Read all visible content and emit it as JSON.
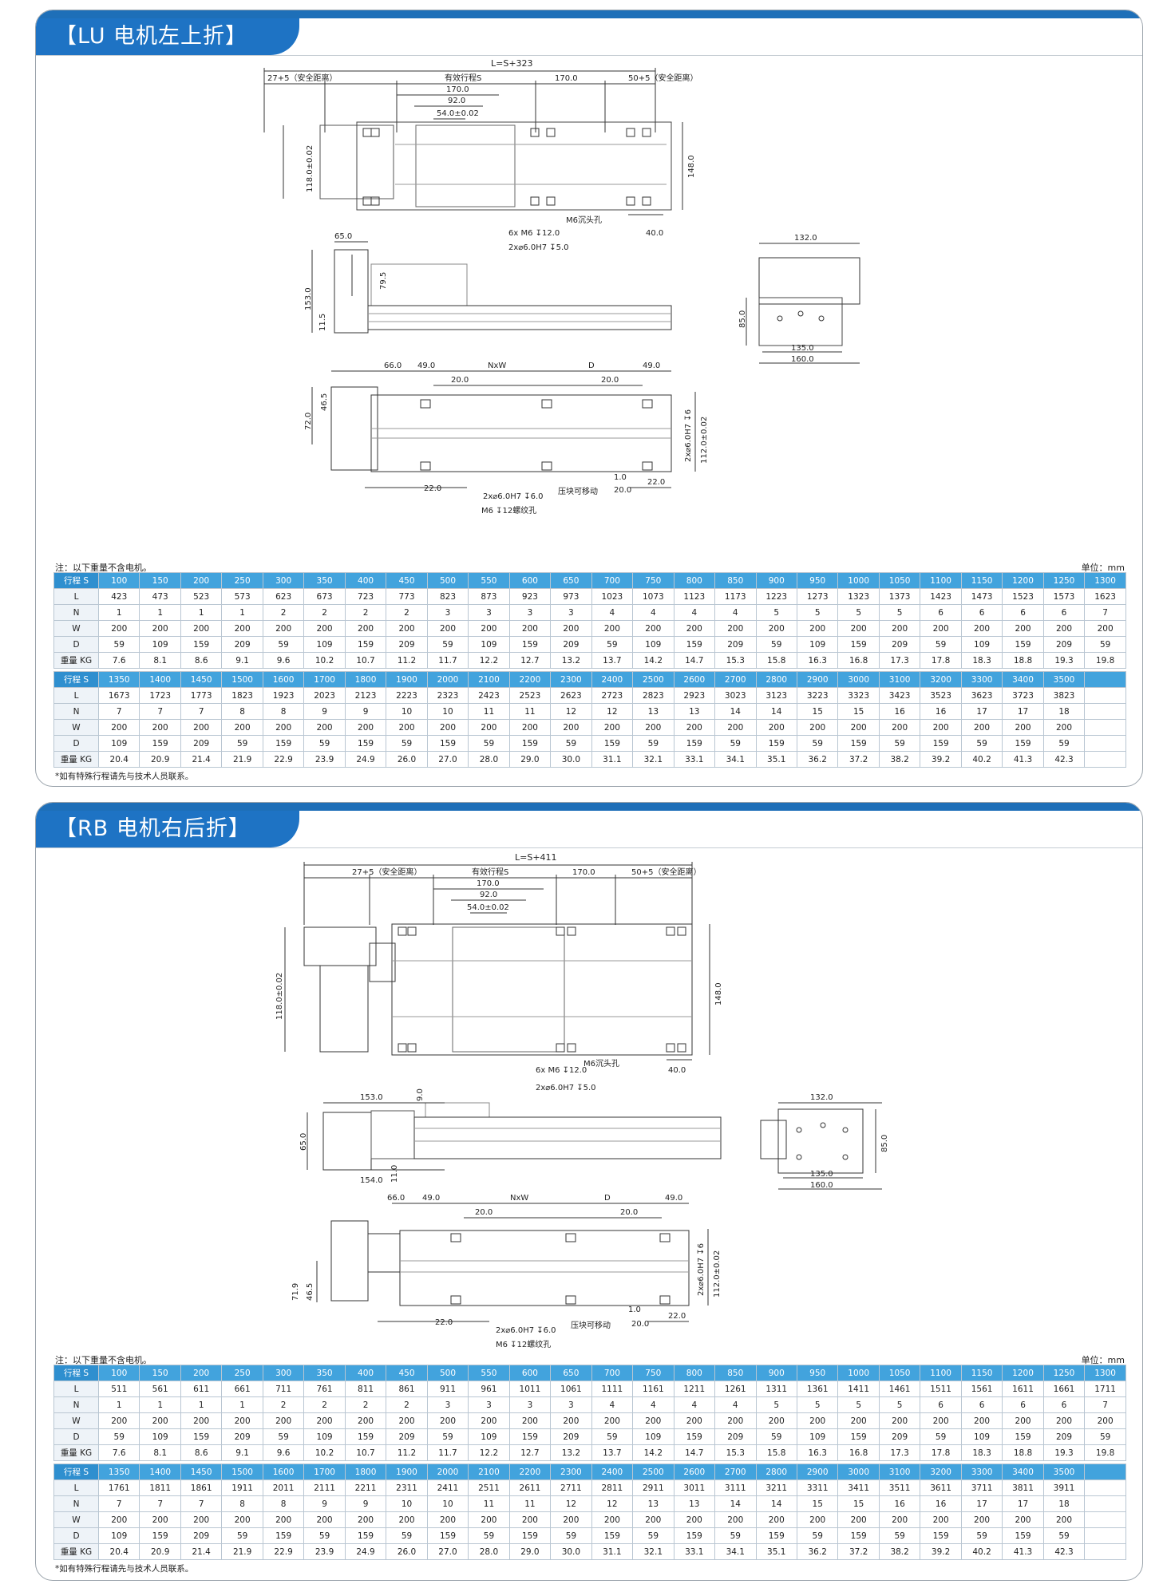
{
  "sections": [
    {
      "title": "【LU 电机左上折】",
      "note": "注：以下重量不含电机。",
      "unit": "单位：mm",
      "footnote": "*如有特殊行程请先与技术人员联系。",
      "labels": {
        "L_total": "L=S+323",
        "safety_left": "27+5（安全距离）",
        "stroke": "有效行程S",
        "d170a": "170.0",
        "safety_right": "50+5（安全距离）",
        "d170b": "170.0",
        "d92": "92.0",
        "d54": "54.0±0.02",
        "d118": "118.0±0.02",
        "d148": "148.0",
        "m6_cb": "M6沉头孔",
        "d40": "40.0",
        "screw6": "6x M6 ↧12.0",
        "pin2": "2x⌀6.0H7 ↧5.0",
        "d65": "65.0",
        "d79": "79.5",
        "d153": "153.0",
        "d11": "11.5",
        "d132": "132.0",
        "d85": "85.0",
        "d135": "135.0",
        "d160": "160.0",
        "d66": "66.0",
        "d49a": "49.0",
        "nxw": "NxW",
        "dd": "D",
        "d49b": "49.0",
        "d20a": "20.0",
        "d20b": "20.0",
        "d46": "46.5",
        "d72": "72.0",
        "pinv": "2x⌀6.0H7 ↧6",
        "d112": "112.0±0.02",
        "d10": "1.0",
        "d20c": "20.0",
        "d22a": "22.0",
        "d22b": "22.0",
        "pinb": "2x⌀6.0H7 ↧6.0",
        "clamp": "压块可移动",
        "m6b": "M6 ↧12螺纹孔"
      },
      "tables": [
        {
          "rows": [
            {
              "label": "行程 S",
              "values": [
                "100",
                "150",
                "200",
                "250",
                "300",
                "350",
                "400",
                "450",
                "500",
                "550",
                "600",
                "650",
                "700",
                "750",
                "800",
                "850",
                "900",
                "950",
                "1000",
                "1050",
                "1100",
                "1150",
                "1200",
                "1250",
                "1300"
              ]
            },
            {
              "label": "L",
              "values": [
                "423",
                "473",
                "523",
                "573",
                "623",
                "673",
                "723",
                "773",
                "823",
                "873",
                "923",
                "973",
                "1023",
                "1073",
                "1123",
                "1173",
                "1223",
                "1273",
                "1323",
                "1373",
                "1423",
                "1473",
                "1523",
                "1573",
                "1623"
              ]
            },
            {
              "label": "N",
              "values": [
                "1",
                "1",
                "1",
                "1",
                "2",
                "2",
                "2",
                "2",
                "3",
                "3",
                "3",
                "3",
                "4",
                "4",
                "4",
                "4",
                "5",
                "5",
                "5",
                "5",
                "6",
                "6",
                "6",
                "6",
                "7"
              ]
            },
            {
              "label": "W",
              "values": [
                "200",
                "200",
                "200",
                "200",
                "200",
                "200",
                "200",
                "200",
                "200",
                "200",
                "200",
                "200",
                "200",
                "200",
                "200",
                "200",
                "200",
                "200",
                "200",
                "200",
                "200",
                "200",
                "200",
                "200",
                "200"
              ]
            },
            {
              "label": "D",
              "values": [
                "59",
                "109",
                "159",
                "209",
                "59",
                "109",
                "159",
                "209",
                "59",
                "109",
                "159",
                "209",
                "59",
                "109",
                "159",
                "209",
                "59",
                "109",
                "159",
                "209",
                "59",
                "109",
                "159",
                "209",
                "59"
              ]
            },
            {
              "label": "重量 KG",
              "values": [
                "7.6",
                "8.1",
                "8.6",
                "9.1",
                "9.6",
                "10.2",
                "10.7",
                "11.2",
                "11.7",
                "12.2",
                "12.7",
                "13.2",
                "13.7",
                "14.2",
                "14.7",
                "15.3",
                "15.8",
                "16.3",
                "16.8",
                "17.3",
                "17.8",
                "18.3",
                "18.8",
                "19.3",
                "19.8"
              ]
            }
          ]
        },
        {
          "rows": [
            {
              "label": "行程 S",
              "values": [
                "1350",
                "1400",
                "1450",
                "1500",
                "1600",
                "1700",
                "1800",
                "1900",
                "2000",
                "2100",
                "2200",
                "2300",
                "2400",
                "2500",
                "2600",
                "2700",
                "2800",
                "2900",
                "3000",
                "3100",
                "3200",
                "3300",
                "3400",
                "3500",
                ""
              ]
            },
            {
              "label": "L",
              "values": [
                "1673",
                "1723",
                "1773",
                "1823",
                "1923",
                "2023",
                "2123",
                "2223",
                "2323",
                "2423",
                "2523",
                "2623",
                "2723",
                "2823",
                "2923",
                "3023",
                "3123",
                "3223",
                "3323",
                "3423",
                "3523",
                "3623",
                "3723",
                "3823",
                ""
              ]
            },
            {
              "label": "N",
              "values": [
                "7",
                "7",
                "7",
                "8",
                "8",
                "9",
                "9",
                "10",
                "10",
                "11",
                "11",
                "12",
                "12",
                "13",
                "13",
                "14",
                "14",
                "15",
                "15",
                "16",
                "16",
                "17",
                "17",
                "18",
                ""
              ]
            },
            {
              "label": "W",
              "values": [
                "200",
                "200",
                "200",
                "200",
                "200",
                "200",
                "200",
                "200",
                "200",
                "200",
                "200",
                "200",
                "200",
                "200",
                "200",
                "200",
                "200",
                "200",
                "200",
                "200",
                "200",
                "200",
                "200",
                "200",
                ""
              ]
            },
            {
              "label": "D",
              "values": [
                "109",
                "159",
                "209",
                "59",
                "159",
                "59",
                "159",
                "59",
                "159",
                "59",
                "159",
                "59",
                "159",
                "59",
                "159",
                "59",
                "159",
                "59",
                "159",
                "59",
                "159",
                "59",
                "159",
                "59",
                ""
              ]
            },
            {
              "label": "重量 KG",
              "values": [
                "20.4",
                "20.9",
                "21.4",
                "21.9",
                "22.9",
                "23.9",
                "24.9",
                "26.0",
                "27.0",
                "28.0",
                "29.0",
                "30.0",
                "31.1",
                "32.1",
                "33.1",
                "34.1",
                "35.1",
                "36.2",
                "37.2",
                "38.2",
                "39.2",
                "40.2",
                "41.3",
                "42.3",
                ""
              ]
            }
          ]
        }
      ]
    },
    {
      "title": "【RB 电机右后折】",
      "note": "注：以下重量不含电机。",
      "unit": "单位：mm",
      "footnote": "*如有特殊行程请先与技术人员联系。",
      "labels": {
        "L_total": "L=S+411",
        "safety_left": "27+5（安全距离）",
        "stroke": "有效行程S",
        "d170a": "170.0",
        "safety_right": "50+5（安全距离）",
        "d170b": "170.0",
        "d92": "92.0",
        "d54": "54.0±0.02",
        "d118": "118.0±0.02",
        "d148": "148.0",
        "m6_cb": "M6沉头孔",
        "d40": "40.0",
        "screw6": "6x M6 ↧12.0",
        "pin2": "2x⌀6.0H7 ↧5.0",
        "d153": "153.0",
        "d9": "9.0",
        "d65": "65.0",
        "d154": "154.0",
        "d11": "11.0",
        "d132": "132.0",
        "d85": "85.0",
        "d135": "135.0",
        "d160": "160.0",
        "d66": "66.0",
        "d49a": "49.0",
        "nxw": "NxW",
        "dd": "D",
        "d49b": "49.0",
        "d20a": "20.0",
        "d20b": "20.0",
        "d71": "71.9",
        "d46": "46.5",
        "pinv": "2x⌀6.0H7 ↧6",
        "d112": "112.0±0.02",
        "d10": "1.0",
        "d20c": "20.0",
        "d22a": "22.0",
        "d22b": "22.0",
        "pinb": "2x⌀6.0H7 ↧6.0",
        "clamp": "压块可移动",
        "m6b": "M6 ↧12螺纹孔"
      },
      "tables": [
        {
          "rows": [
            {
              "label": "行程 S",
              "values": [
                "100",
                "150",
                "200",
                "250",
                "300",
                "350",
                "400",
                "450",
                "500",
                "550",
                "600",
                "650",
                "700",
                "750",
                "800",
                "850",
                "900",
                "950",
                "1000",
                "1050",
                "1100",
                "1150",
                "1200",
                "1250",
                "1300"
              ]
            },
            {
              "label": "L",
              "values": [
                "511",
                "561",
                "611",
                "661",
                "711",
                "761",
                "811",
                "861",
                "911",
                "961",
                "1011",
                "1061",
                "1111",
                "1161",
                "1211",
                "1261",
                "1311",
                "1361",
                "1411",
                "1461",
                "1511",
                "1561",
                "1611",
                "1661",
                "1711"
              ]
            },
            {
              "label": "N",
              "values": [
                "1",
                "1",
                "1",
                "1",
                "2",
                "2",
                "2",
                "2",
                "3",
                "3",
                "3",
                "3",
                "4",
                "4",
                "4",
                "4",
                "5",
                "5",
                "5",
                "5",
                "6",
                "6",
                "6",
                "6",
                "7"
              ]
            },
            {
              "label": "W",
              "values": [
                "200",
                "200",
                "200",
                "200",
                "200",
                "200",
                "200",
                "200",
                "200",
                "200",
                "200",
                "200",
                "200",
                "200",
                "200",
                "200",
                "200",
                "200",
                "200",
                "200",
                "200",
                "200",
                "200",
                "200",
                "200"
              ]
            },
            {
              "label": "D",
              "values": [
                "59",
                "109",
                "159",
                "209",
                "59",
                "109",
                "159",
                "209",
                "59",
                "109",
                "159",
                "209",
                "59",
                "109",
                "159",
                "209",
                "59",
                "109",
                "159",
                "209",
                "59",
                "109",
                "159",
                "209",
                "59"
              ]
            },
            {
              "label": "重量 KG",
              "values": [
                "7.6",
                "8.1",
                "8.6",
                "9.1",
                "9.6",
                "10.2",
                "10.7",
                "11.2",
                "11.7",
                "12.2",
                "12.7",
                "13.2",
                "13.7",
                "14.2",
                "14.7",
                "15.3",
                "15.8",
                "16.3",
                "16.8",
                "17.3",
                "17.8",
                "18.3",
                "18.8",
                "19.3",
                "19.8"
              ]
            }
          ]
        },
        {
          "rows": [
            {
              "label": "行程 S",
              "values": [
                "1350",
                "1400",
                "1450",
                "1500",
                "1600",
                "1700",
                "1800",
                "1900",
                "2000",
                "2100",
                "2200",
                "2300",
                "2400",
                "2500",
                "2600",
                "2700",
                "2800",
                "2900",
                "3000",
                "3100",
                "3200",
                "3300",
                "3400",
                "3500",
                ""
              ]
            },
            {
              "label": "L",
              "values": [
                "1761",
                "1811",
                "1861",
                "1911",
                "2011",
                "2111",
                "2211",
                "2311",
                "2411",
                "2511",
                "2611",
                "2711",
                "2811",
                "2911",
                "3011",
                "3111",
                "3211",
                "3311",
                "3411",
                "3511",
                "3611",
                "3711",
                "3811",
                "3911",
                ""
              ]
            },
            {
              "label": "N",
              "values": [
                "7",
                "7",
                "7",
                "8",
                "8",
                "9",
                "9",
                "10",
                "10",
                "11",
                "11",
                "12",
                "12",
                "13",
                "13",
                "14",
                "14",
                "15",
                "15",
                "16",
                "16",
                "17",
                "17",
                "18",
                ""
              ]
            },
            {
              "label": "W",
              "values": [
                "200",
                "200",
                "200",
                "200",
                "200",
                "200",
                "200",
                "200",
                "200",
                "200",
                "200",
                "200",
                "200",
                "200",
                "200",
                "200",
                "200",
                "200",
                "200",
                "200",
                "200",
                "200",
                "200",
                "200",
                ""
              ]
            },
            {
              "label": "D",
              "values": [
                "109",
                "159",
                "209",
                "59",
                "159",
                "59",
                "159",
                "59",
                "159",
                "59",
                "159",
                "59",
                "159",
                "59",
                "159",
                "59",
                "159",
                "59",
                "159",
                "59",
                "159",
                "59",
                "159",
                "59",
                ""
              ]
            },
            {
              "label": "重量 KG",
              "values": [
                "20.4",
                "20.9",
                "21.4",
                "21.9",
                "22.9",
                "23.9",
                "24.9",
                "26.0",
                "27.0",
                "28.0",
                "29.0",
                "30.0",
                "31.1",
                "32.1",
                "33.1",
                "34.1",
                "35.1",
                "36.2",
                "37.2",
                "38.2",
                "39.2",
                "40.2",
                "41.3",
                "42.3",
                ""
              ]
            }
          ]
        }
      ]
    }
  ]
}
